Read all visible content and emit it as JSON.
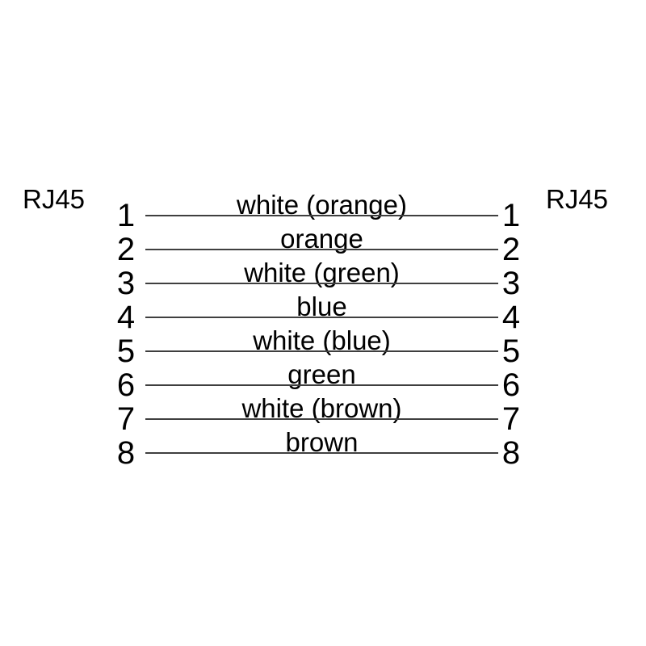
{
  "diagram": {
    "type": "rj45-pinout-wiring-diagram",
    "connector_left": {
      "label": "RJ45"
    },
    "connector_right": {
      "label": "RJ45"
    },
    "rows": [
      {
        "pin_left": "1",
        "wire": "white (orange)",
        "pin_right": "1"
      },
      {
        "pin_left": "2",
        "wire": "orange",
        "pin_right": "2"
      },
      {
        "pin_left": "3",
        "wire": "white (green)",
        "pin_right": "3"
      },
      {
        "pin_left": "4",
        "wire": "blue",
        "pin_right": "4"
      },
      {
        "pin_left": "5",
        "wire": "white (blue)",
        "pin_right": "5"
      },
      {
        "pin_left": "6",
        "wire": "green",
        "pin_right": "6"
      },
      {
        "pin_left": "7",
        "wire": "white (brown)",
        "pin_right": "7"
      },
      {
        "pin_left": "8",
        "wire": "brown",
        "pin_right": "8"
      }
    ],
    "colors": {
      "background": "#ffffff",
      "text": "#000000",
      "wire_line": "#3f3f3f"
    }
  }
}
